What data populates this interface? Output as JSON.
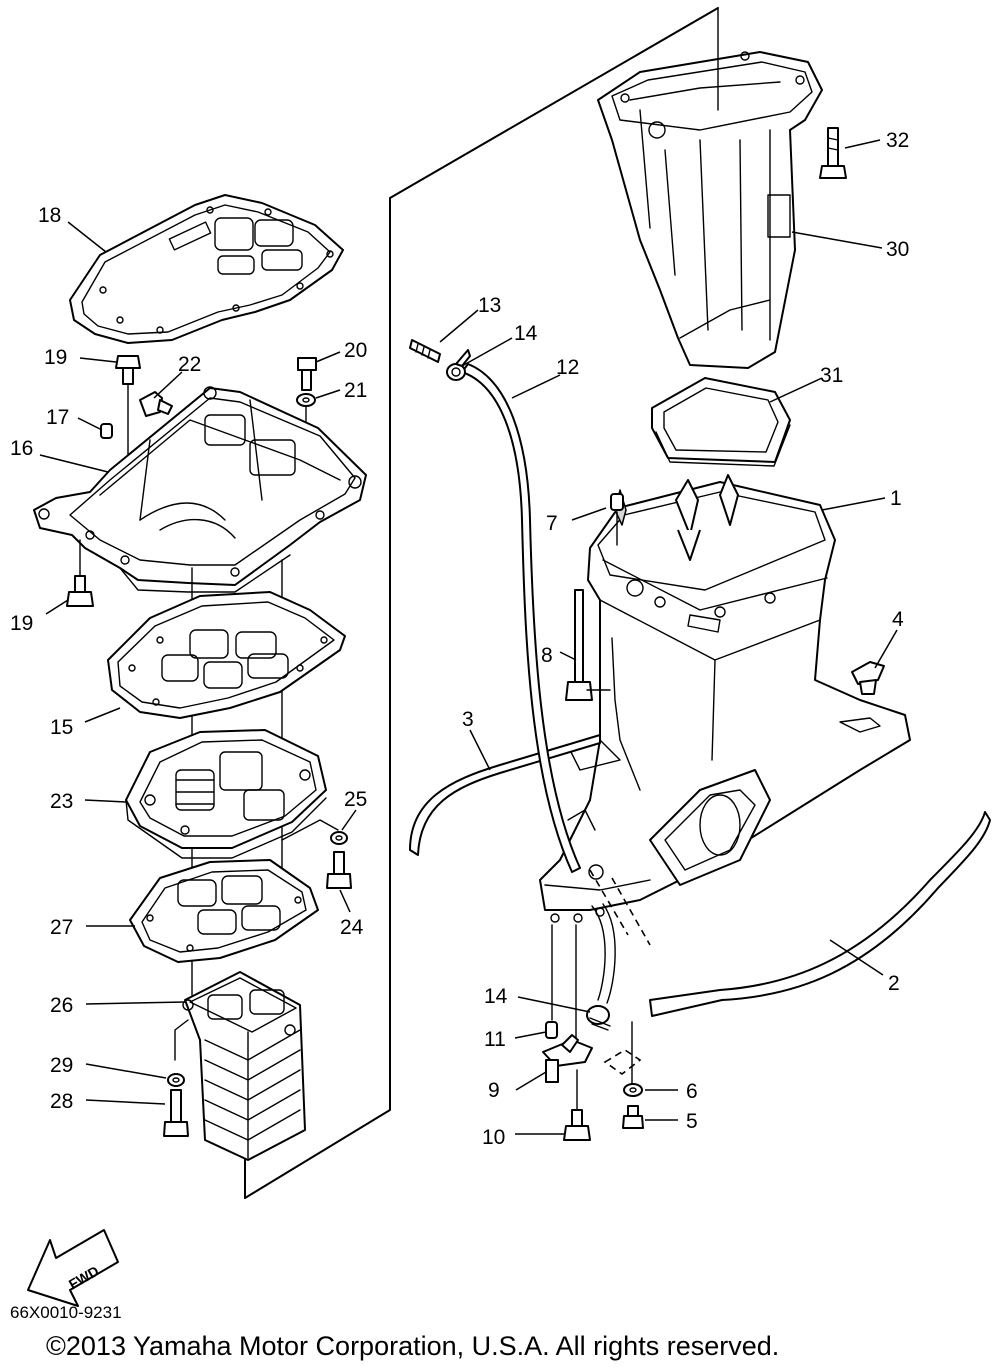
{
  "diagram": {
    "callouts": [
      "1",
      "2",
      "3",
      "4",
      "5",
      "6",
      "7",
      "8",
      "9",
      "10",
      "11",
      "12",
      "13",
      "14",
      "14",
      "15",
      "16",
      "17",
      "18",
      "19",
      "19",
      "20",
      "21",
      "22",
      "23",
      "24",
      "25",
      "26",
      "27",
      "28",
      "29",
      "30",
      "31",
      "32"
    ],
    "direction_label": "FWD",
    "drawing_code": "66X0010-9231",
    "copyright": "©2013 Yamaha Motor Corporation, U.S.A. All rights reserved."
  }
}
